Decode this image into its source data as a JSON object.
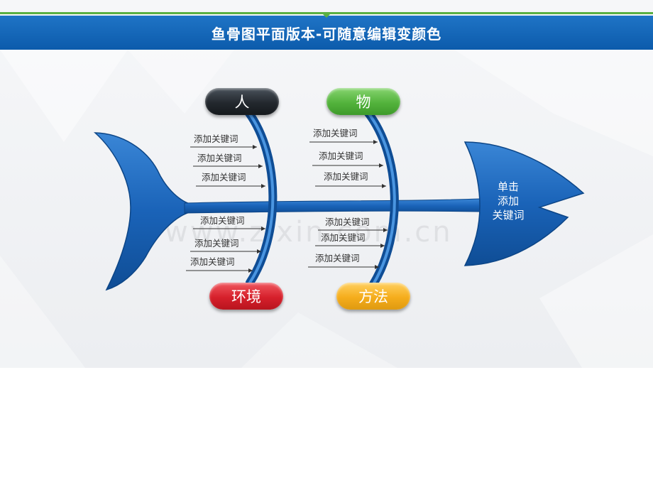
{
  "title": "鱼骨图平面版本-可随意编辑变颜色",
  "categories": {
    "people": {
      "label": "人",
      "color": "#2c3137"
    },
    "material": {
      "label": "物",
      "color": "#5ab947"
    },
    "environment": {
      "label": "环境",
      "color": "#d9232e"
    },
    "method": {
      "label": "方法",
      "color": "#f5ad1c"
    }
  },
  "bone_color": "#1a63b8",
  "left_upper_items": [
    "添加关键词",
    "添加关键词",
    "添加关键词"
  ],
  "left_lower_items": [
    "添加关键词",
    "添加关键词",
    "添加关键词"
  ],
  "right_upper_items": [
    "添加关键词",
    "添加关键词",
    "添加关键词"
  ],
  "right_lower_items": [
    "添加关键词",
    "添加关键词",
    "添加关键词"
  ],
  "head_lines": [
    "单击",
    "添加",
    "关键词"
  ],
  "watermark": "www.zixin.com.cn"
}
